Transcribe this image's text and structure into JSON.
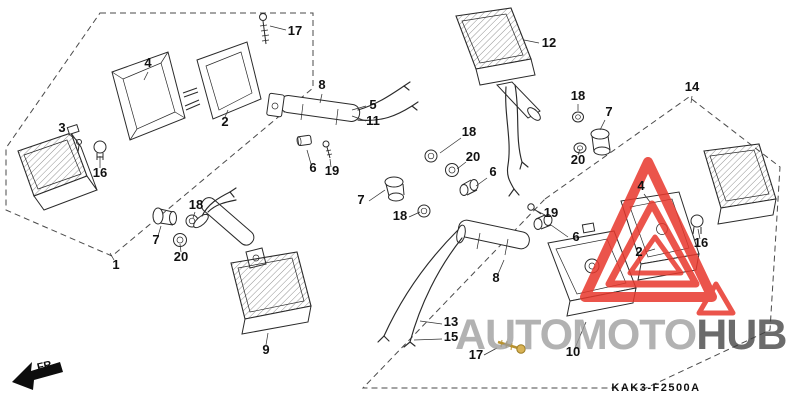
{
  "diagram": {
    "code": "KAK3-F2500A",
    "fr_label": "FR.",
    "callouts": [
      {
        "text": "17"
      },
      {
        "text": "12"
      },
      {
        "text": "4"
      },
      {
        "text": "14"
      },
      {
        "text": "8"
      },
      {
        "text": "3"
      },
      {
        "text": "2"
      },
      {
        "text": "5"
      },
      {
        "text": "11"
      },
      {
        "text": "16"
      },
      {
        "text": "6"
      },
      {
        "text": "19"
      },
      {
        "text": "18"
      },
      {
        "text": "20"
      },
      {
        "text": "18"
      },
      {
        "text": "7"
      },
      {
        "text": "20"
      },
      {
        "text": "6"
      },
      {
        "text": "7"
      },
      {
        "text": "18"
      },
      {
        "text": "19"
      },
      {
        "text": "6"
      },
      {
        "text": "8"
      },
      {
        "text": "13"
      },
      {
        "text": "15"
      },
      {
        "text": "17"
      },
      {
        "text": "10"
      },
      {
        "text": "9"
      },
      {
        "text": "1"
      },
      {
        "text": "7"
      },
      {
        "text": "18"
      },
      {
        "text": "20"
      },
      {
        "text": "4"
      },
      {
        "text": "16"
      },
      {
        "text": "2"
      }
    ]
  },
  "watermark": {
    "brand_part1": "AUTOMOTO",
    "brand_part2": "HUB",
    "logo_color": "#e8372c",
    "text_color_primary": "#9b9b9b",
    "text_color_secondary": "#3f3f3f"
  }
}
